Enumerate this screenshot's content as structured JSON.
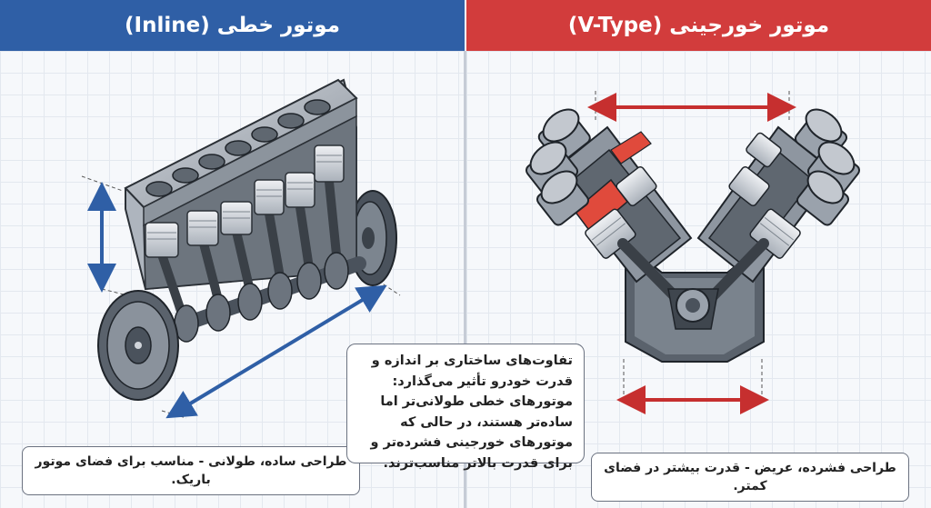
{
  "inline": {
    "title": "موتور خطی (Inline)",
    "caption": "طراحی ساده، طولانی - مناسب برای فضای موتور باریک."
  },
  "vtype": {
    "title": "موتور خورجینی (V-Type)",
    "caption": "طراحی فشرده، عریض - قدرت بیشتر در فضای کمتر."
  },
  "summary": "تفاوت‌های ساختاری بر اندازه و قدرت خودرو تأثیر می‌گذارد: موتورهای خطی طولانی‌تر اما ساده‌تر هستند، در حالی که موتورهای خورجینی فشرده‌تر و برای قدرت بالاتر مناسب‌ترند.",
  "colors": {
    "inline_header": "#2f5fa6",
    "vtype_header": "#d23c3c",
    "arrow_blue": "#2f5fa6",
    "arrow_red": "#c62f2f",
    "combustion_red": "#e04a3c"
  }
}
